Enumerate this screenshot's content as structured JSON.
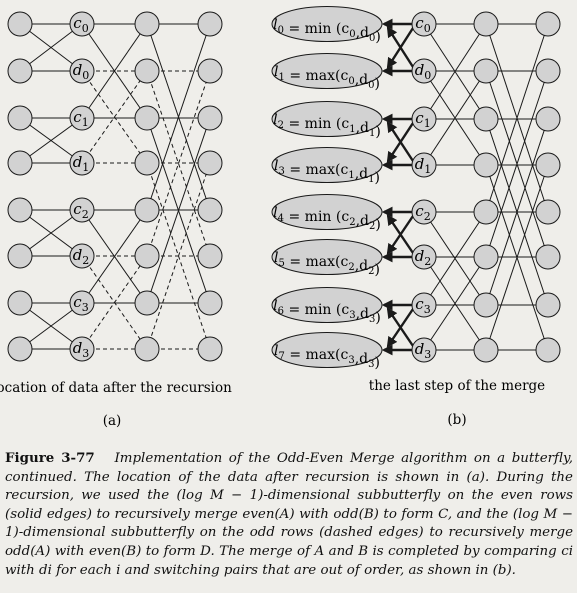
{
  "panel_a": {
    "col1_labels": [
      "c0",
      "d0",
      "c1",
      "d1",
      "c2",
      "d2",
      "c3",
      "d3"
    ],
    "caption": "location of data after the recursion",
    "tag": "(a)"
  },
  "panel_b": {
    "col1_labels": [
      "c0",
      "d0",
      "c1",
      "d1",
      "c2",
      "d2",
      "c3",
      "d3"
    ],
    "ovals": [
      "l0 = min (c0,d0)",
      "l1 = max(c0,d0)",
      "l2 = min (c1,d1)",
      "l3 = max(c1,d1)",
      "l4 = min (c2,d2)",
      "l5 = max(c2,d2)",
      "l6 = min (c3,d3)",
      "l7 = max(c3,d3)"
    ],
    "caption": "the last step of the merge",
    "tag": "(b)"
  },
  "figure_caption": {
    "label": "Figure 3-77",
    "text": "Implementation of the Odd-Even Merge algorithm on a butterfly, continued. The location of the data after recursion is shown in (a). During the recursion, we used the (log M − 1)-dimensional subbutterfly on the even rows (solid edges) to recursively merge even(A) with odd(B) to form C, and the (log M − 1)-dimensional subbutterfly on the odd rows (dashed edges) to recursively merge odd(A) with even(B) to form D. The merge of A and B is completed by comparing ci with di for each i and switching pairs that are out of order, as shown in (b)."
  },
  "colors": {
    "node_fill": "#d2d2d2",
    "line": "#1a1a1a",
    "background": "#efeeea"
  }
}
